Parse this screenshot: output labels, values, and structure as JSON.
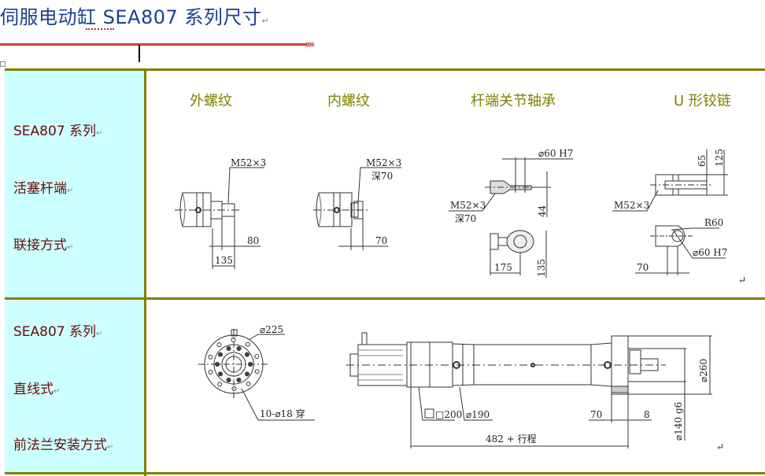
{
  "document": {
    "title": "伺服电动缸 SEA807 系列尺寸",
    "arrows": "›››",
    "para_mark": "↵"
  },
  "colors": {
    "title": "#1b3f94",
    "table_border": "#808000",
    "label_bg": "#ccffff",
    "label_text": "#6b0a0a",
    "header_text": "#808000",
    "rule": "#c0463a"
  },
  "rows": [
    {
      "labels": [
        "SEA807 系列",
        "活塞杆端",
        "联接方式"
      ],
      "headers": [
        "外螺纹",
        "内螺纹",
        "杆端关节轴承",
        "U 形铰链"
      ],
      "outer_thread": {
        "thread": "M52×3",
        "dim_a": "80",
        "dim_b": "135"
      },
      "inner_thread": {
        "thread": "M52×3",
        "depth": "深70",
        "dim_a": "70"
      },
      "rod_end_bearing": {
        "bore": "⌀60 H7",
        "thread": "M52×3",
        "depth": "深70",
        "height": "44",
        "length": "175",
        "width": "135"
      },
      "u_clevis": {
        "slot": "65",
        "height": "125",
        "thread": "M52×3",
        "radius": "R60",
        "bore": "⌀60 H7",
        "length": "70"
      }
    },
    {
      "labels": [
        "SEA807 系列",
        "直线式",
        "前法兰安装方式"
      ],
      "flange_front": {
        "pcd": "⌀225",
        "holes": "10-⌀18 穿"
      },
      "side_view": {
        "motor_square": "□200",
        "tube_dia": "⌀190",
        "flange_thk": "70",
        "spigot": "8",
        "flange_dia": "⌀260",
        "spigot_dia": "⌀140 g6",
        "length": "482 + 行程"
      }
    }
  ]
}
